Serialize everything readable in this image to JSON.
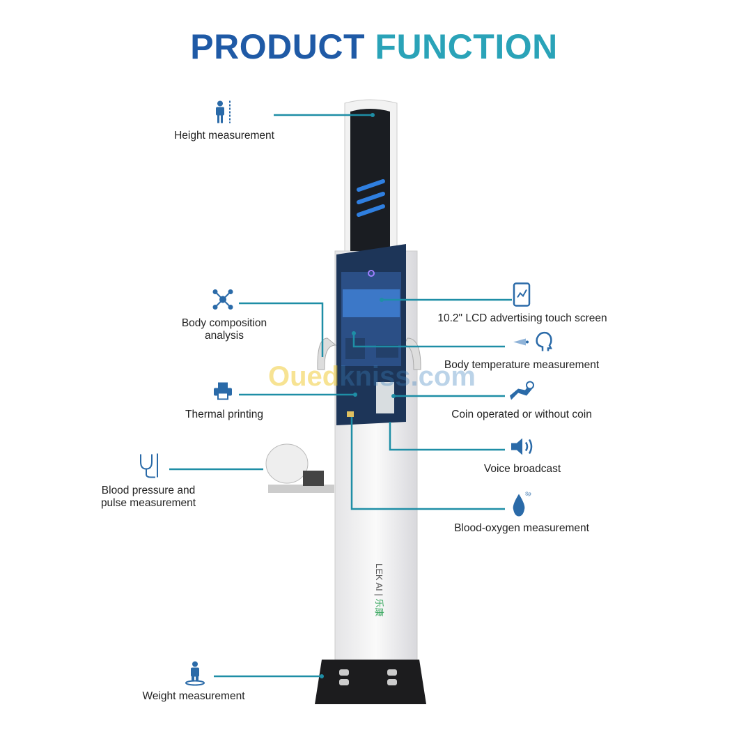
{
  "title": {
    "part1": "PRODUCT",
    "part2": "FUNCTION"
  },
  "features_left": [
    {
      "label": "Height measurement",
      "icon": "person-height-icon"
    },
    {
      "label": "Body composition analysis",
      "line1": "Body composition",
      "line2": "analysis",
      "icon": "molecule-icon"
    },
    {
      "label": "Thermal printing",
      "icon": "printer-icon"
    },
    {
      "label": "Blood pressure and pulse measurement",
      "line1": "Blood pressure and",
      "line2": "pulse measurement",
      "icon": "stethoscope-icon"
    },
    {
      "label": "Weight measurement",
      "icon": "person-scale-icon"
    }
  ],
  "features_right": [
    {
      "label": "10.2\" LCD advertising touch screen",
      "icon": "tablet-chart-icon"
    },
    {
      "label": "Body temperature measurement",
      "icon": "thermometer-head-icon"
    },
    {
      "label": "Coin operated or without coin",
      "icon": "coin-hand-icon"
    },
    {
      "label": "Voice broadcast",
      "icon": "speaker-icon"
    },
    {
      "label": "Blood-oxygen measurement",
      "icon": "drop-icon"
    }
  ],
  "brand_logo": "LEKAI 乐康",
  "watermark": {
    "part1": "Oued",
    "part2": "kniss.com"
  },
  "colors": {
    "title_blue": "#1f5aa6",
    "title_teal": "#2aa3b8",
    "line": "#1e8ea6",
    "icon": "#2a6aa8"
  }
}
